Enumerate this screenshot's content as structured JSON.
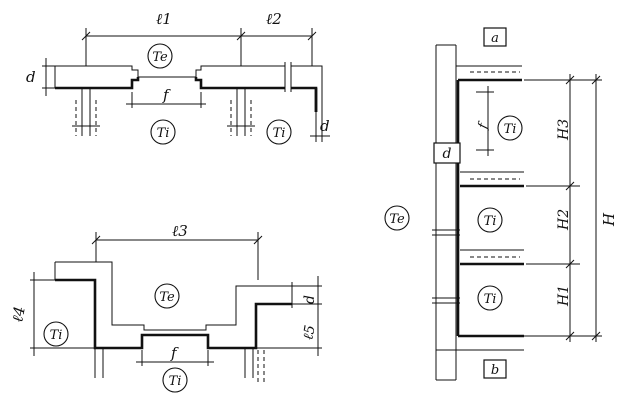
{
  "labels": {
    "top": {
      "l1": "ℓ1",
      "l2": "ℓ2",
      "d": "d",
      "f": "f",
      "te": "Te",
      "ti1": "Ti",
      "ti2": "Ti",
      "d2": "d"
    },
    "bottom": {
      "l3": "ℓ3",
      "l4": "ℓ4",
      "l5": "ℓ5",
      "d": "d",
      "f": "f",
      "te": "Te",
      "ti1": "Ti",
      "ti2": "Ti"
    },
    "right": {
      "a": "a",
      "b": "b",
      "d": "d",
      "f": "f",
      "h1": "H1",
      "h2": "H2",
      "h3": "H3",
      "h": "H",
      "te": "Te",
      "ti1": "Ti",
      "ti2": "Ti",
      "ti3": "Ti"
    }
  }
}
